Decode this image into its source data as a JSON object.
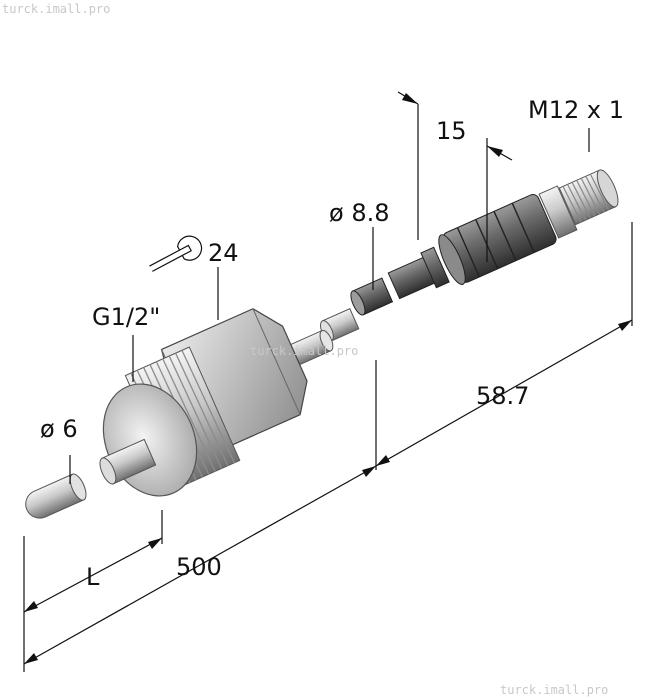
{
  "watermarks": {
    "top_left": "turck.imall.pro",
    "center": "turck.imall.pro",
    "bottom_right": "turck.imall.pro"
  },
  "dimensions": {
    "thread_connector": "M12 x 1",
    "connector_offset": "15",
    "sleeve_diameter": "ø 8.8",
    "wrench_size": "24",
    "process_thread": "G1/2\"",
    "probe_diameter": "ø 6",
    "immersion_length": "L",
    "cable_length": "500",
    "connector_length": "58.7"
  },
  "icons": {
    "wrench": "wrench-icon"
  }
}
